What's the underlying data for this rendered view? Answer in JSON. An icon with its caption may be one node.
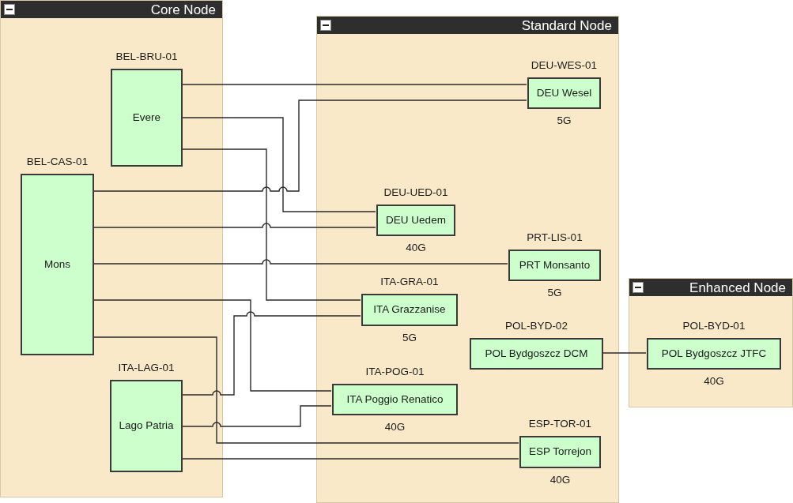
{
  "diagram": {
    "nodes": [
      {
        "text": [
          "Core Node"
        ]
      },
      {
        "text": [
          "Evere"
        ],
        "in": 0,
        "beside": [
          "BEL-BRU-01"
        ]
      },
      {
        "text": [
          "Mons"
        ],
        "in": 0,
        "beside": [
          "BEL-CAS-01"
        ]
      },
      {
        "text": [
          "Lago Patria"
        ],
        "in": 0,
        "beside": [
          "ITA-LAG-01"
        ]
      },
      {
        "text": [
          "Standard Node"
        ]
      },
      {
        "text": [
          "DEU Wesel"
        ],
        "in": 4,
        "beside": [
          "DEU-WES-01",
          "5G"
        ]
      },
      {
        "text": [
          "DEU Uedem"
        ],
        "in": 4,
        "beside": [
          "DEU-UED-01",
          "40G"
        ]
      },
      {
        "text": [
          "PRT Monsanto"
        ],
        "in": 4,
        "beside": [
          "PRT-LIS-01",
          "5G"
        ]
      },
      {
        "text": [
          "ITA Grazzanise"
        ],
        "in": 4,
        "beside": [
          "ITA-GRA-01",
          "5G"
        ]
      },
      {
        "text": [
          "POL Bydgoszcz DCM"
        ],
        "in": 4,
        "beside": [
          "POL-BYD-02"
        ]
      },
      {
        "text": [
          "ITA Poggio Renatico"
        ],
        "in": 4,
        "beside": [
          "ITA-POG-01",
          "40G"
        ]
      },
      {
        "text": [
          "ESP Torrejon"
        ],
        "in": 4,
        "beside": [
          "ESP-TOR-01",
          "40G"
        ]
      },
      {
        "text": [
          "Enhanced Node"
        ]
      },
      {
        "text": [
          "POL Bydgoszcz JTFC"
        ],
        "in": 12,
        "beside": [
          "POL-BYD-01",
          "40G"
        ]
      }
    ],
    "edges": [
      {
        "from": 1,
        "to": 5,
        "arrow": "none"
      },
      {
        "from": 1,
        "to": 6,
        "arrow": "none"
      },
      {
        "from": 1,
        "to": 8,
        "arrow": "none"
      },
      {
        "from": 2,
        "to": 5,
        "arrow": "none"
      },
      {
        "from": 2,
        "to": 6,
        "arrow": "none"
      },
      {
        "from": 2,
        "to": 7,
        "arrow": "none"
      },
      {
        "from": 2,
        "to": 10,
        "arrow": "none"
      },
      {
        "from": 2,
        "to": 11,
        "arrow": "none"
      },
      {
        "from": 3,
        "to": 8,
        "arrow": "none"
      },
      {
        "from": 3,
        "to": 10,
        "arrow": "none"
      },
      {
        "from": 3,
        "to": 11,
        "arrow": "none"
      },
      {
        "from": 9,
        "to": 13,
        "arrow": "none"
      }
    ]
  }
}
